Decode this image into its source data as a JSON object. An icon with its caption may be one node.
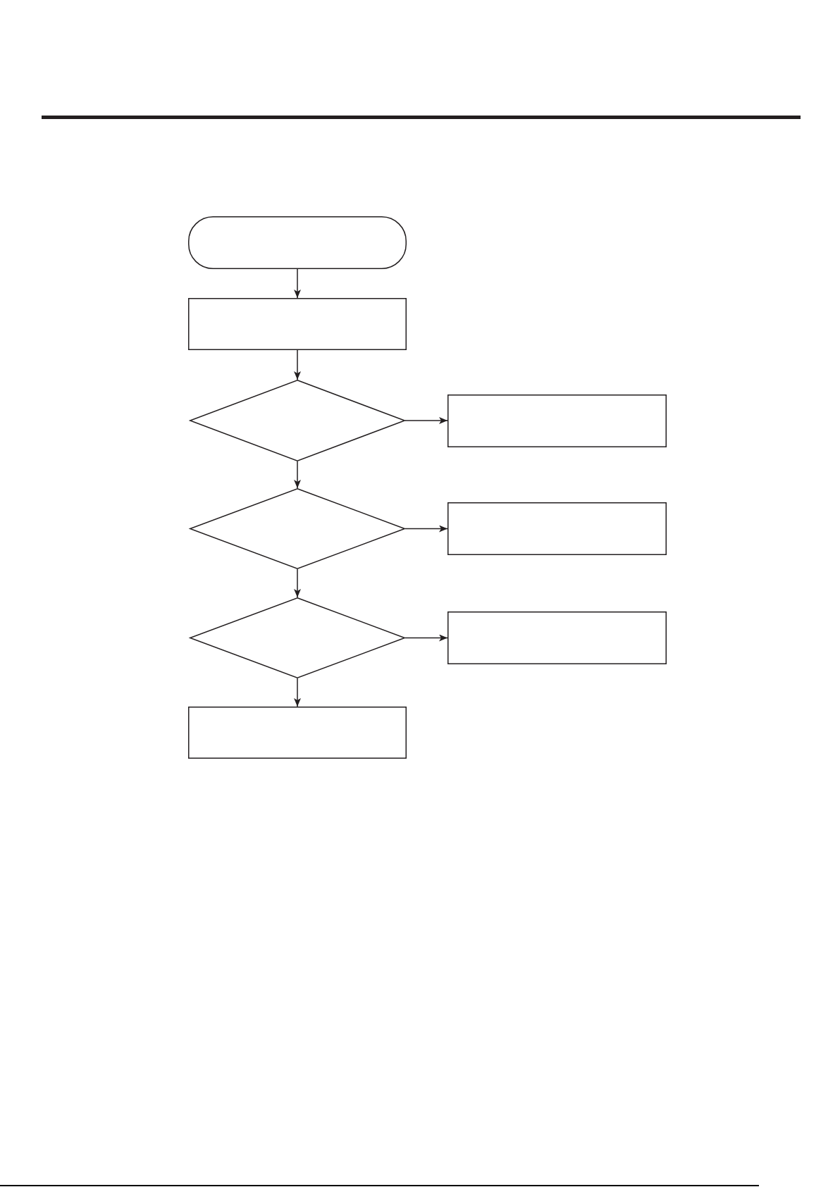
{
  "diagram": {
    "nodes": [
      {
        "text": [],
        "shape": "oval"
      },
      {
        "text": [],
        "shape": "box"
      },
      {
        "text": [],
        "shape": "diamond"
      },
      {
        "text": [],
        "shape": "box"
      },
      {
        "text": [],
        "shape": "diamond"
      },
      {
        "text": [],
        "shape": "box"
      },
      {
        "text": [],
        "shape": "diamond"
      },
      {
        "text": [],
        "shape": "box"
      },
      {
        "text": [],
        "shape": "box"
      }
    ],
    "edges": [
      {
        "from": 0,
        "to": 1,
        "arrow": "to"
      },
      {
        "from": 1,
        "to": 2,
        "arrow": "to"
      },
      {
        "from": 2,
        "to": 3,
        "arrow": "to"
      },
      {
        "from": 2,
        "to": 4,
        "arrow": "to"
      },
      {
        "from": 4,
        "to": 5,
        "arrow": "to"
      },
      {
        "from": 4,
        "to": 6,
        "arrow": "to"
      },
      {
        "from": 6,
        "to": 7,
        "arrow": "to"
      },
      {
        "from": 6,
        "to": 8,
        "arrow": "to"
      }
    ]
  }
}
